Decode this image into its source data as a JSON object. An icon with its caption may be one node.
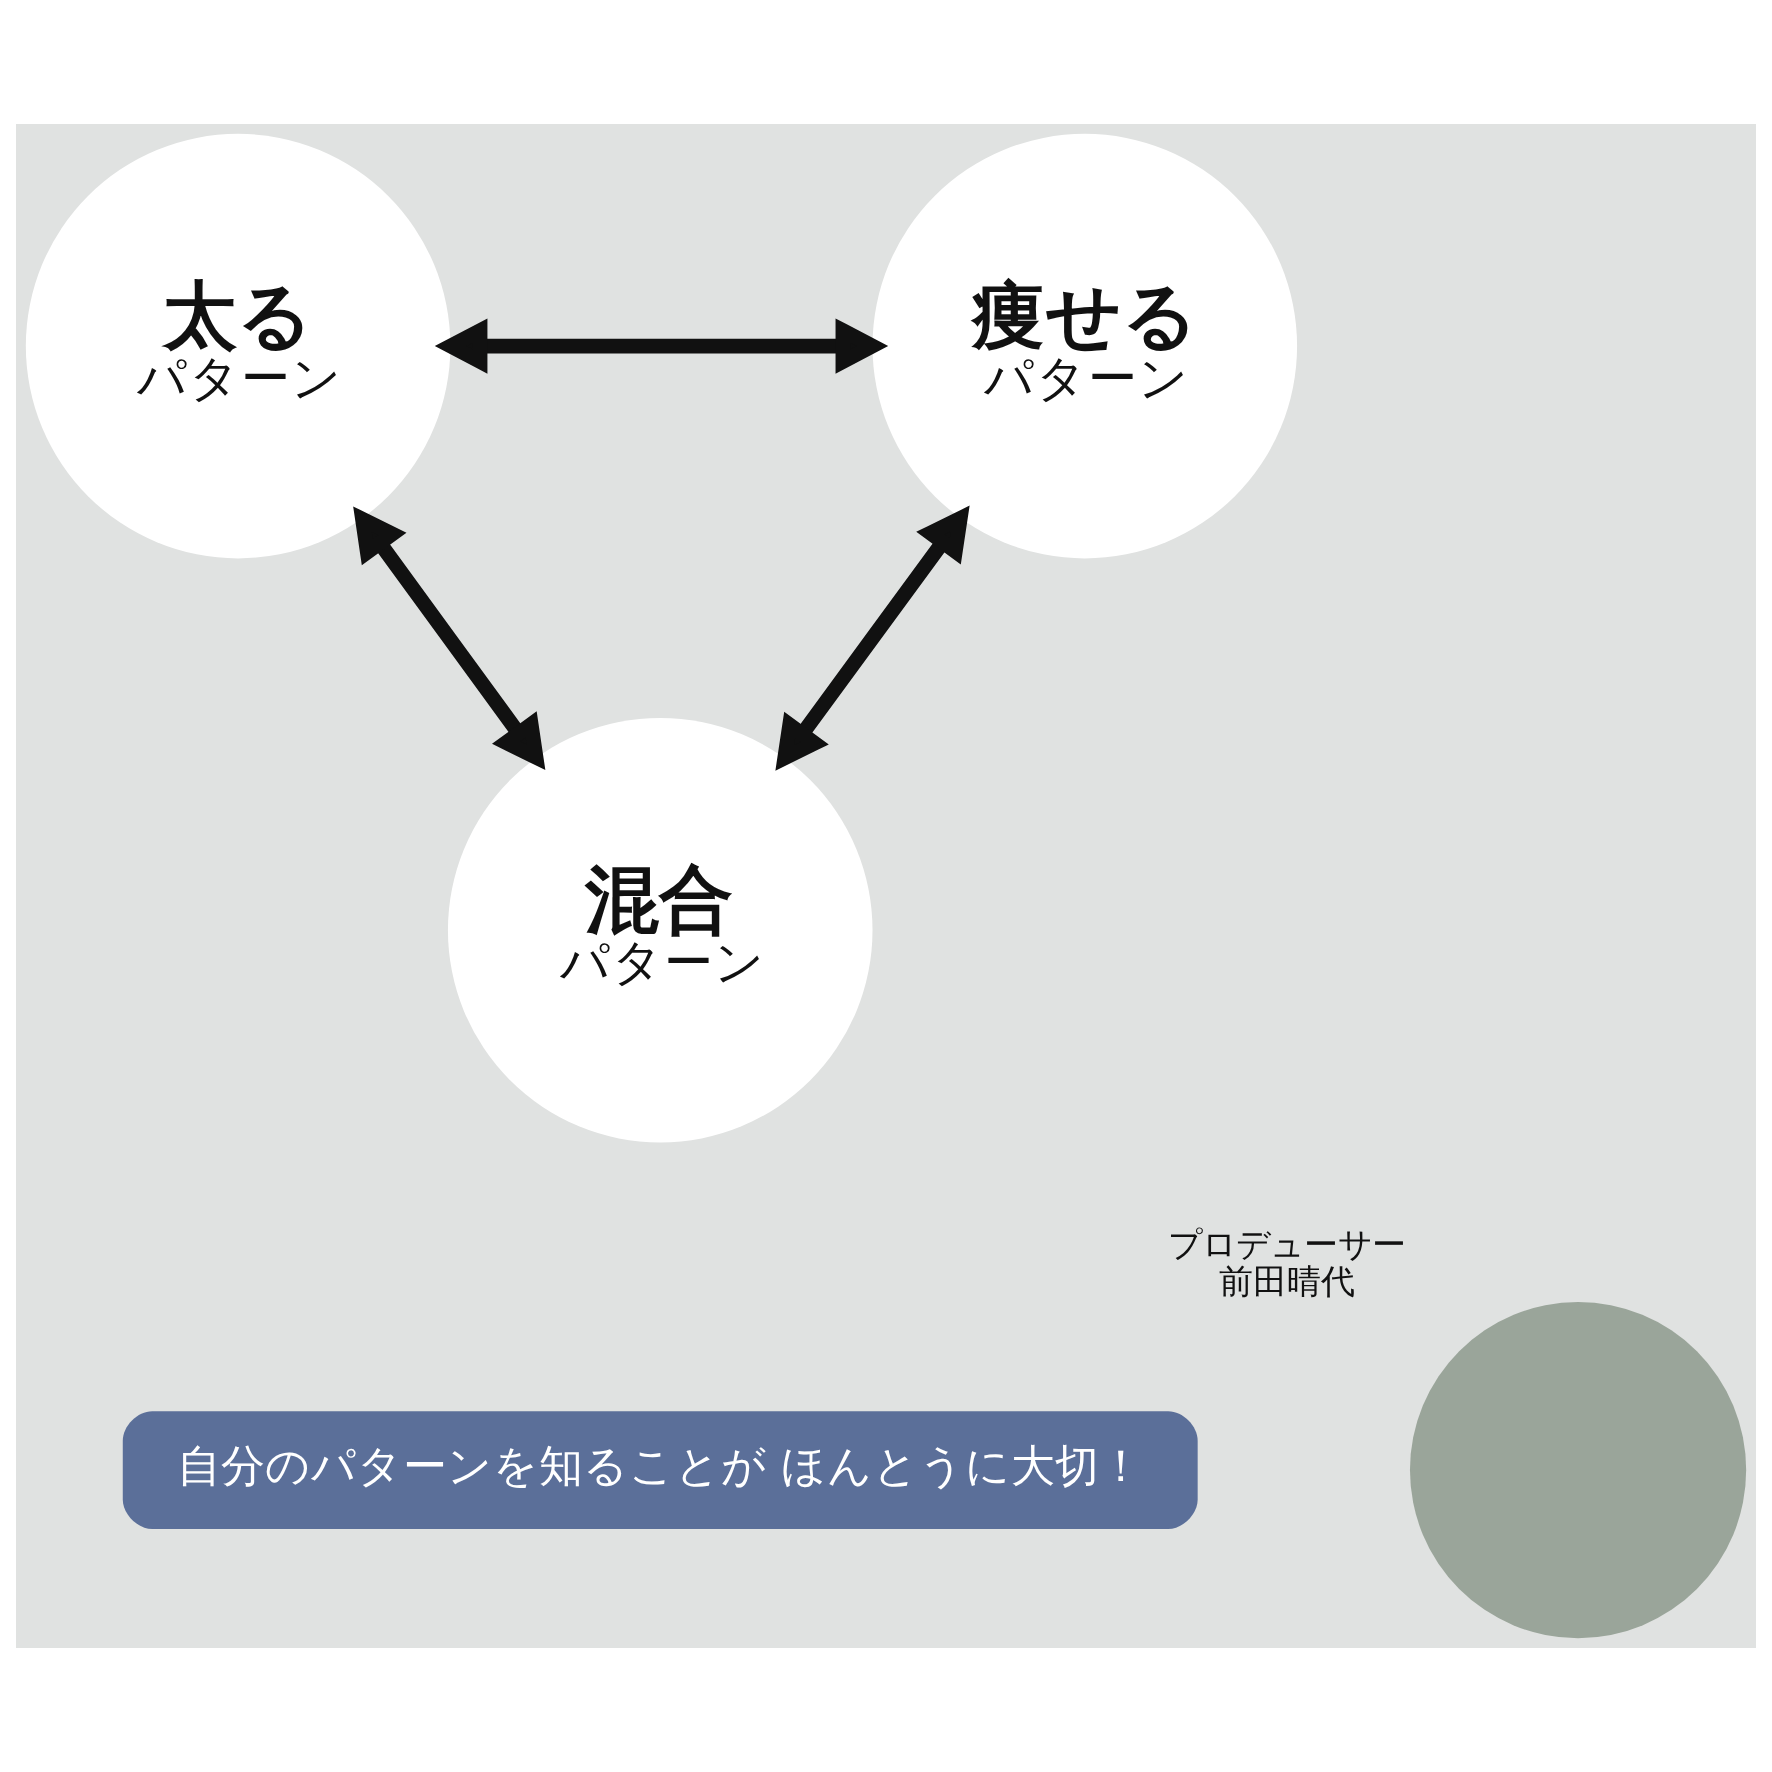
{
  "diagram": {
    "nodes": [
      {
        "text": [
          "太る",
          "パターン"
        ]
      },
      {
        "text": [
          "痩せる",
          "パターン"
        ]
      },
      {
        "text": [
          "混合",
          "パターン"
        ]
      },
      {
        "text": [
          "自分のパターンを知ることが ほんとうに大切！"
        ]
      },
      {
        "text": [],
        "shape": "person",
        "beside": [
          "プロデューサー",
          "前田晴代"
        ]
      }
    ],
    "edges": [
      {
        "from": 0,
        "to": 1,
        "arrow": "both"
      },
      {
        "from": 0,
        "to": 2,
        "arrow": "both"
      },
      {
        "from": 1,
        "to": 2,
        "arrow": "both"
      }
    ]
  }
}
